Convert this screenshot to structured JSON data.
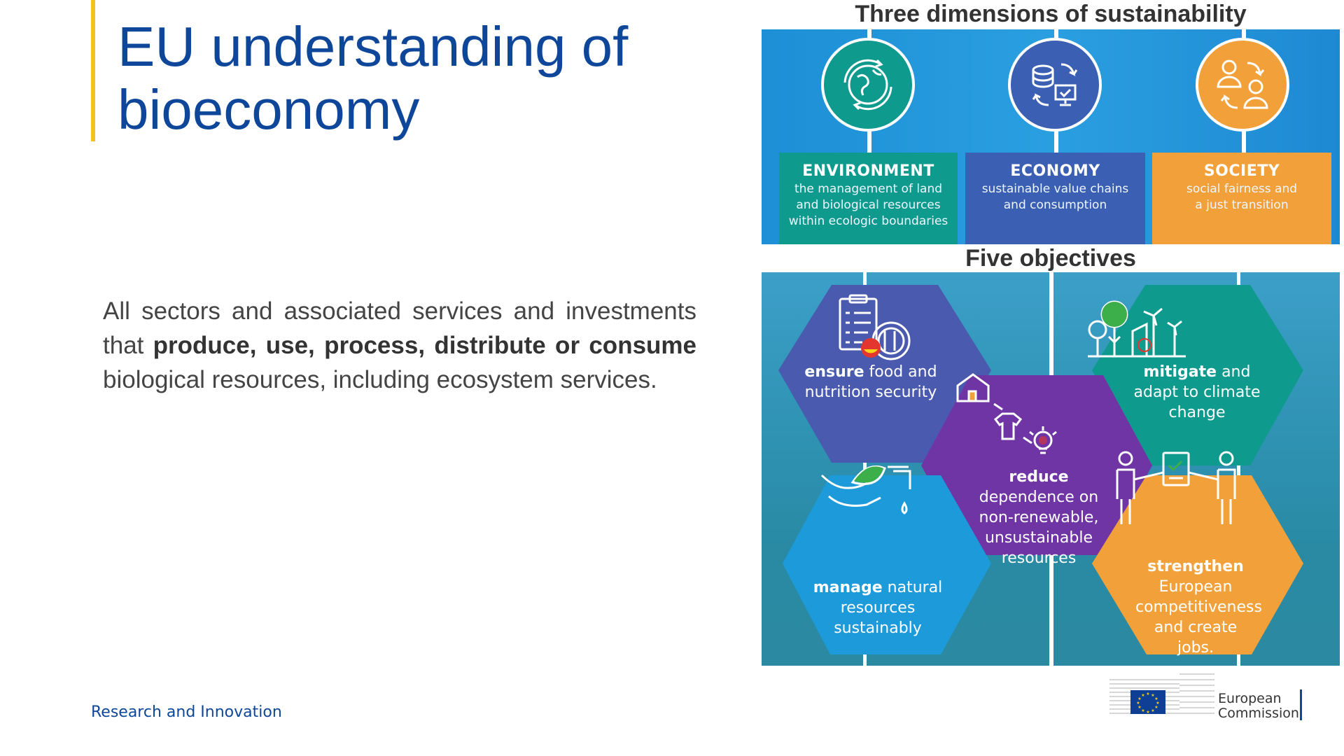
{
  "slide": {
    "title": "EU understanding of bioeconomy",
    "body": {
      "prefix": "All sectors and associated services and investments that ",
      "bold1": "produce, use, process, distribute or consume",
      "suffix": " biological resources, including ecosystem services."
    },
    "footer": "Research and Innovation",
    "logo": {
      "line1": "European",
      "line2": "Commission"
    }
  },
  "dimensions": {
    "heading": "Three dimensions of sustainability",
    "items": [
      {
        "label": "ENVIRONMENT",
        "desc": [
          "the management of land",
          "and biological resources",
          "within ecologic boundaries"
        ],
        "color": "#0f9a8e",
        "icon": "globe-cycle-icon"
      },
      {
        "label": "ECONOMY",
        "desc": [
          "sustainable value chains",
          "and consumption"
        ],
        "color": "#3a5fb3",
        "icon": "economy-cycle-icon"
      },
      {
        "label": "SOCIETY",
        "desc": [
          "social fairness and",
          "a just transition"
        ],
        "color": "#f2a13a",
        "icon": "people-exchange-icon"
      }
    ]
  },
  "objectives": {
    "heading": "Five objectives",
    "items": [
      {
        "bold": "ensure",
        "rest": "food and nutrition security",
        "color": "#4a5aae",
        "icon": "food-checklist-icon"
      },
      {
        "bold": "mitigate",
        "rest": "and adapt to climate change",
        "color": "#0f9a8e",
        "icon": "trees-windmill-icon"
      },
      {
        "bold": "reduce",
        "rest": "dependence on non-renewable, unsustainable resources",
        "color": "#6f35a5",
        "icon": "house-shirt-bulb-icon"
      },
      {
        "bold": "manage",
        "rest": "natural resources sustainably",
        "color": "#1d9ad9",
        "icon": "hand-leaf-tap-icon"
      },
      {
        "bold": "strengthen",
        "rest": "European competitiveness and create jobs.",
        "color": "#f2a13a",
        "icon": "people-document-icon"
      }
    ]
  }
}
